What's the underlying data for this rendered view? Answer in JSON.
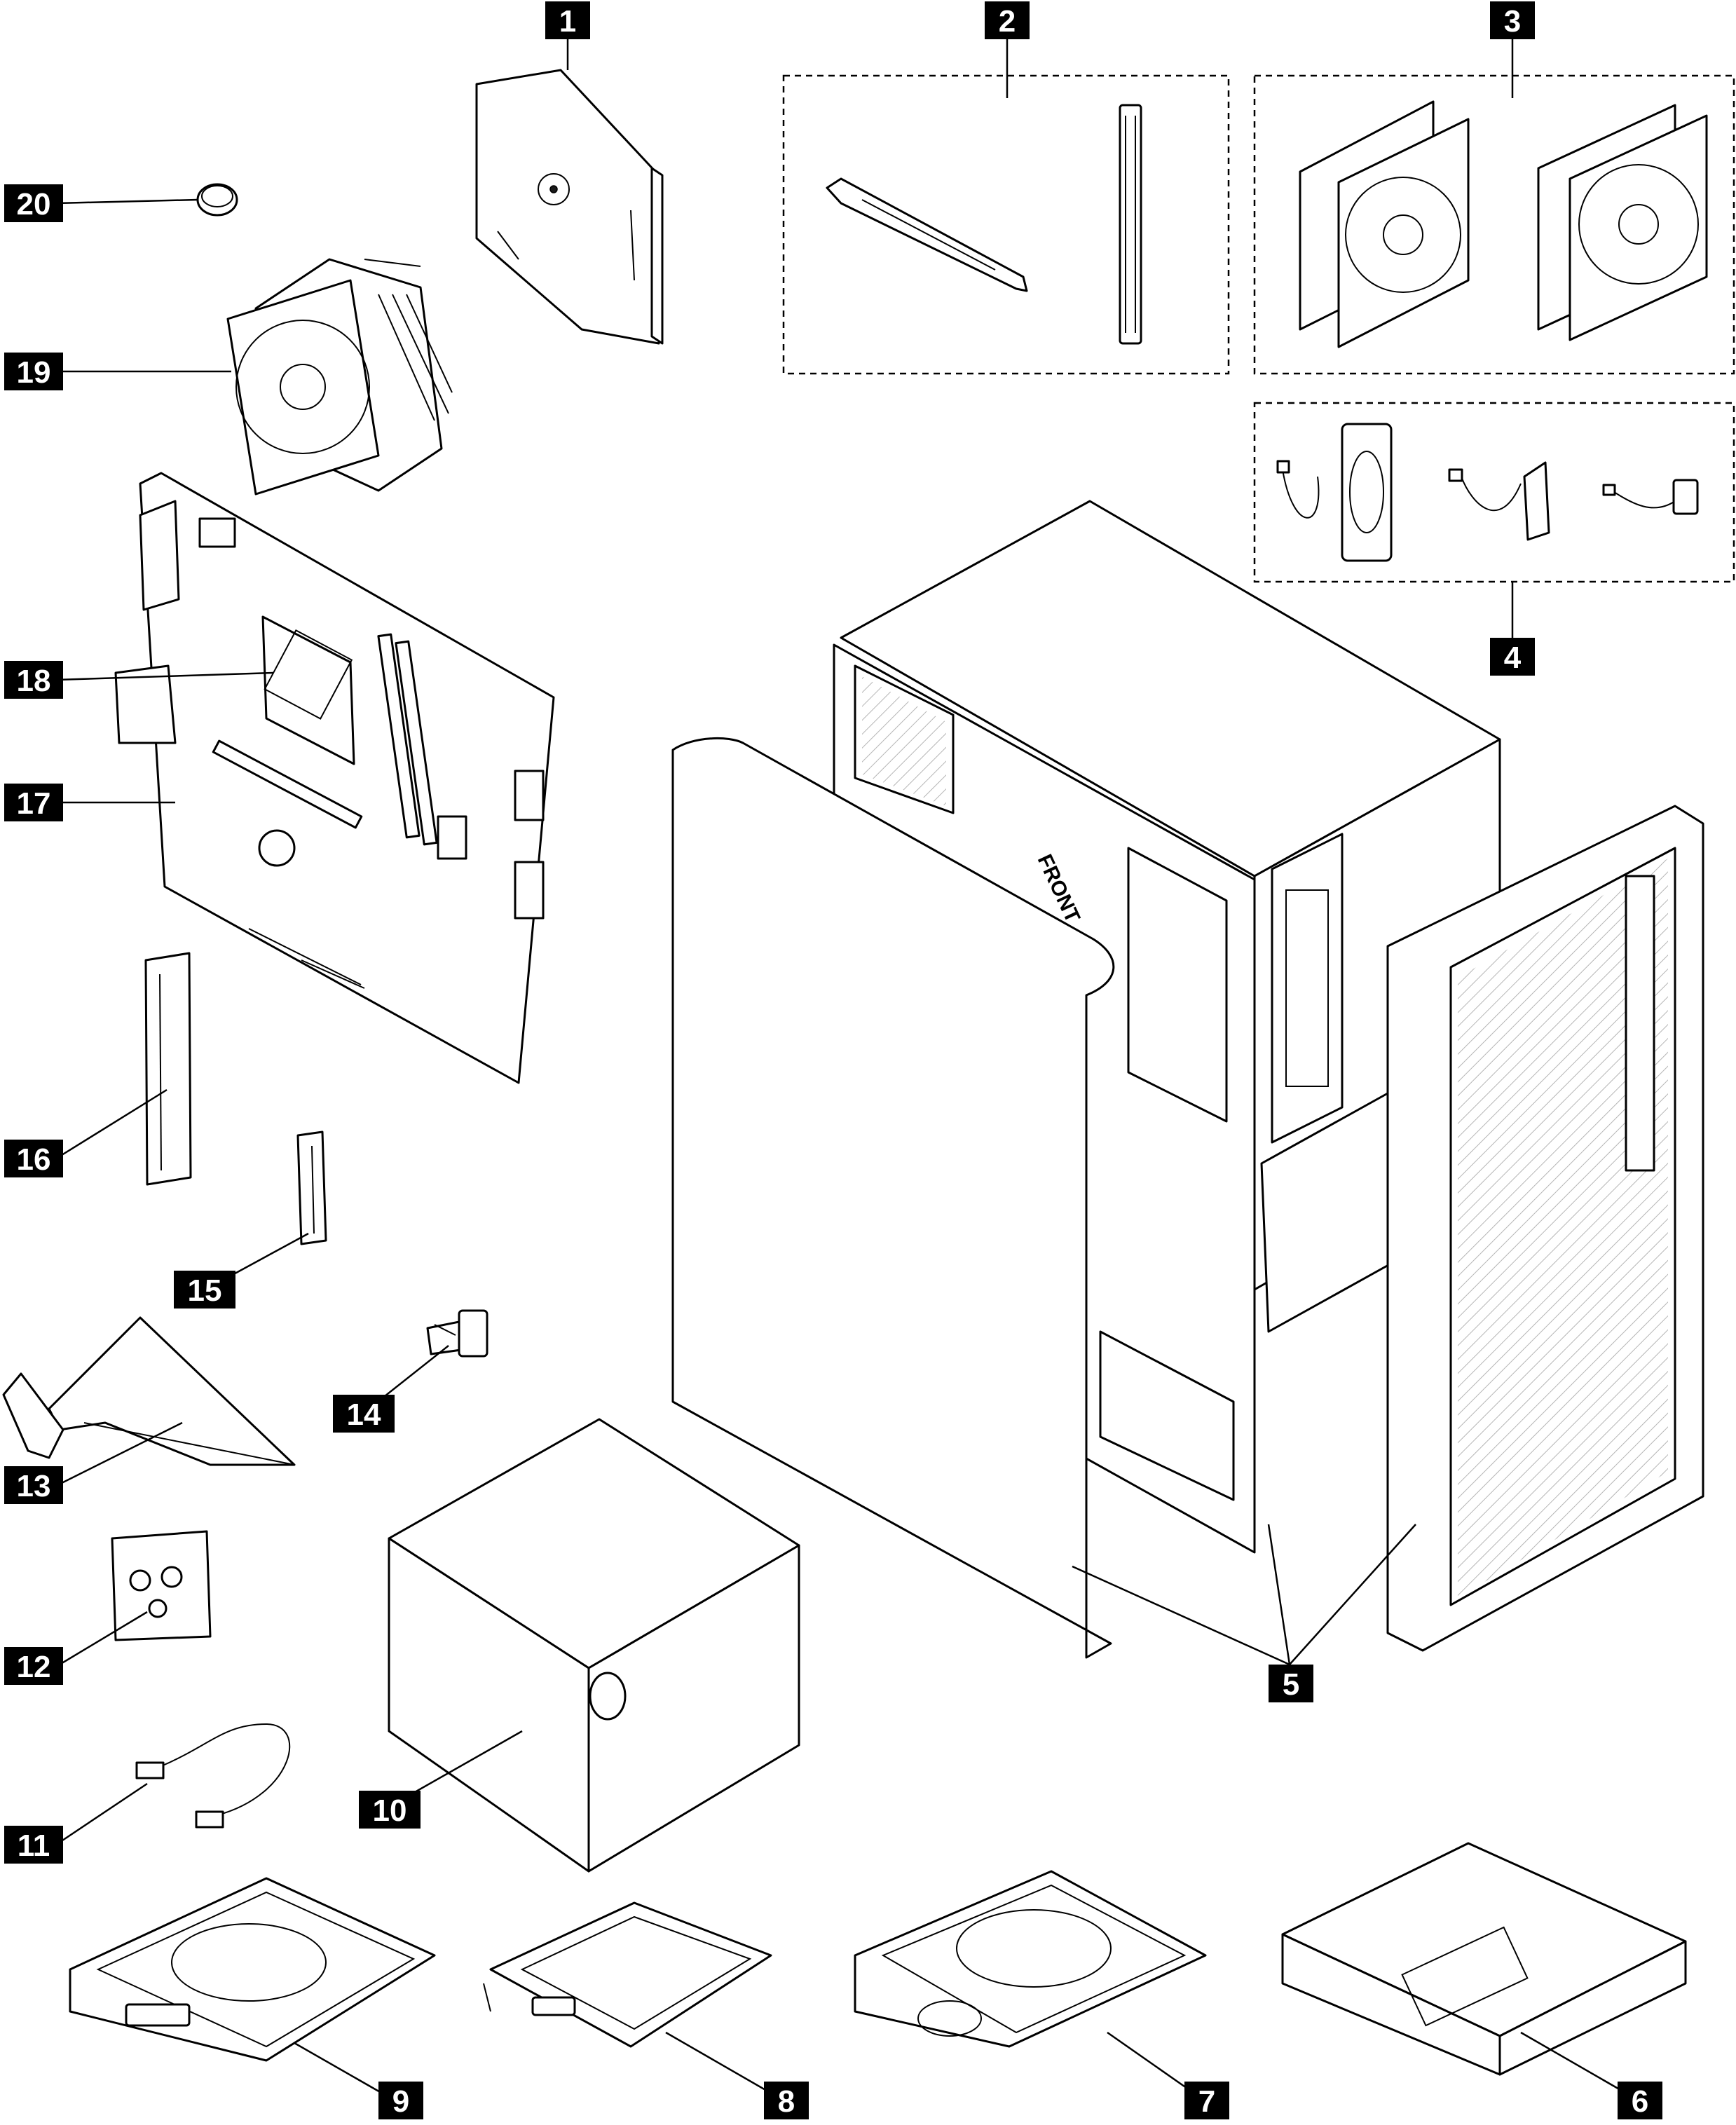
{
  "diagram": {
    "callouts": [
      {
        "id": "1",
        "label": "1"
      },
      {
        "id": "2",
        "label": "2"
      },
      {
        "id": "3",
        "label": "3"
      },
      {
        "id": "4",
        "label": "4"
      },
      {
        "id": "5",
        "label": "5"
      },
      {
        "id": "6",
        "label": "6"
      },
      {
        "id": "7",
        "label": "7"
      },
      {
        "id": "8",
        "label": "8"
      },
      {
        "id": "9",
        "label": "9"
      },
      {
        "id": "10",
        "label": "10"
      },
      {
        "id": "11",
        "label": "11"
      },
      {
        "id": "12",
        "label": "12"
      },
      {
        "id": "13",
        "label": "13"
      },
      {
        "id": "14",
        "label": "14"
      },
      {
        "id": "15",
        "label": "15"
      },
      {
        "id": "16",
        "label": "16"
      },
      {
        "id": "17",
        "label": "17"
      },
      {
        "id": "18",
        "label": "18"
      },
      {
        "id": "19",
        "label": "19"
      },
      {
        "id": "20",
        "label": "20"
      }
    ],
    "chassis_text": "FRONT"
  }
}
